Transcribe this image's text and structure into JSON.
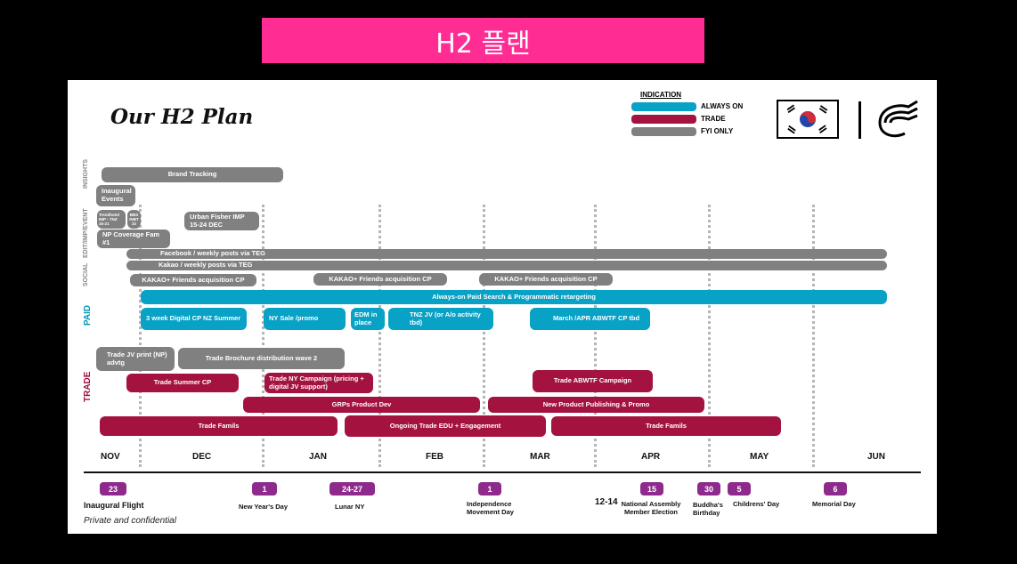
{
  "banner": {
    "title": "H2 플랜"
  },
  "slide": {
    "title": "Our H2 Plan",
    "confidential": "Private and confidential"
  },
  "indication": {
    "title": "INDICATION",
    "items": [
      {
        "label": "ALWAYS ON",
        "color": "#08a2c6"
      },
      {
        "label": "TRADE",
        "color": "#a4133f"
      },
      {
        "label": "FYI ONLY",
        "color": "#808080"
      }
    ]
  },
  "brand": {
    "flag": "south-korea-flag-icon",
    "logo": "air-new-zealand-koru-icon"
  },
  "rows": {
    "insights": "INSIGHTS",
    "edit": "EDIT/IMP/EVENT",
    "social": "SOCIAL",
    "paid": "PAID",
    "trade": "TRADE"
  },
  "bars": {
    "brand_tracking": "Brand Tracking",
    "inaugural_events": "Inaugural Events",
    "trendhotel": "Trendhotel IMP - TNZ 15-21",
    "small2": "BBS INBT 22",
    "urban_fisher": "Urban Fisher IMP 15-24 DEC",
    "np_fam": "NP Coverage Fam #1",
    "facebook": "Facebook / weekly posts via TEG",
    "kakao_posts": "Kakao / weekly posts via TEG",
    "kakao_cp1": "KAKAO+ Friends acquisition CP",
    "kakao_cp2": "KAKAO+ Friends acquisition CP",
    "kakao_cp3": "KAKAO+ Friends acquisition CP",
    "paid_search": "Always-on Paid Search & Programmatic retargeting",
    "digital_cp": "3 week Digital CP NZ Summer",
    "ny_sale": "NY Sale /promo",
    "edm": "EDM in place",
    "tnz_jv": "TNZ JV (or A/o activity tbd)",
    "march_apr": "March /APR ABWTF CP tbd",
    "trade_jv_print": "Trade JV print (NP) advtg",
    "trade_brochure": "Trade Brochure distribution wave 2",
    "trade_summer": "Trade Summer CP",
    "trade_ny": "Trade NY Campaign (pricing + digital JV support)",
    "trade_abwtf": "Trade ABWTF Campaign",
    "grps": "GRPs Product Dev",
    "new_product": "New Product Publishing & Promo",
    "trade_famils1": "Trade Famils",
    "ongoing_edu": "Ongoing Trade EDU + Engagement",
    "trade_famils2": "Trade Famils"
  },
  "months": [
    "NOV",
    "DEC",
    "JAN",
    "FEB",
    "MAR",
    "APR",
    "MAY",
    "JUN"
  ],
  "events": [
    {
      "day": "23",
      "label": "Inaugural Flight"
    },
    {
      "day": "1",
      "label": "New Year's Day"
    },
    {
      "day": "24-27",
      "label": "Lunar NY"
    },
    {
      "day": "1",
      "label": "Independence Movement Day"
    },
    {
      "day": "15",
      "pre": "12-14",
      "label": "National Assembly Member Election"
    },
    {
      "day": "30",
      "label": "Buddha's Birthday"
    },
    {
      "day": "5",
      "label": "Childrens' Day"
    },
    {
      "day": "6",
      "label": "Memorial Day"
    }
  ]
}
